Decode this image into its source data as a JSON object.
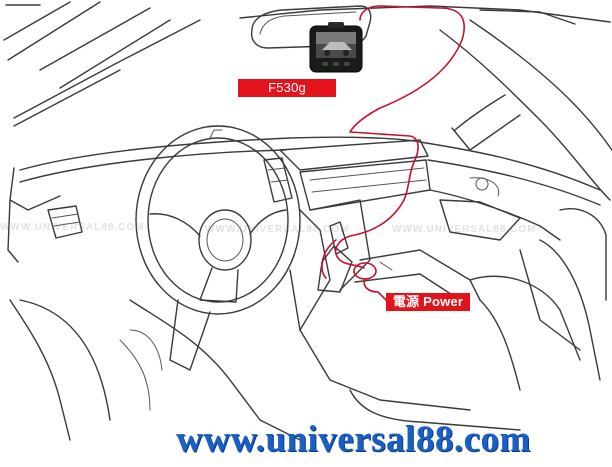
{
  "labels": {
    "model": "F530g",
    "power": "電源 Power"
  },
  "watermark": {
    "text": "WWW.UNIVERSAL88.COM"
  },
  "footer": {
    "url": "www.universal88.com"
  },
  "colors": {
    "label_background": "#e2131b",
    "cable": "#c8102e",
    "footer_url": "#1a5fc4",
    "line_art": "#3a3a3a"
  }
}
